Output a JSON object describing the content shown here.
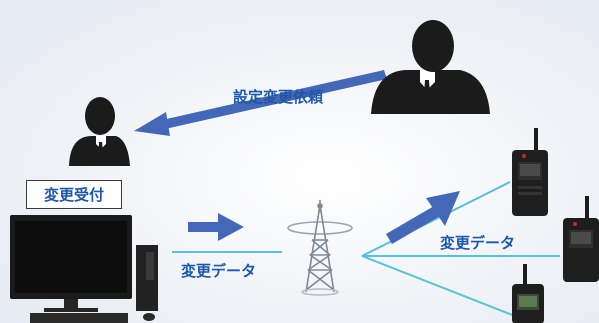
{
  "labels": {
    "request": "設定変更依頼",
    "acceptance": "変更受付",
    "change_data_left": "変更データ",
    "change_data_right": "変更データ"
  },
  "colors": {
    "background": "#eef1f6",
    "arrow": "#4467b6",
    "line": "#5bc0d3",
    "silhouette": "#1b1b1b",
    "label_text": "#1f57a7"
  },
  "icons": [
    "requester-person-icon",
    "operator-person-icon",
    "desktop-pc-icon",
    "radio-tower-icon",
    "handheld-radio-icon"
  ]
}
